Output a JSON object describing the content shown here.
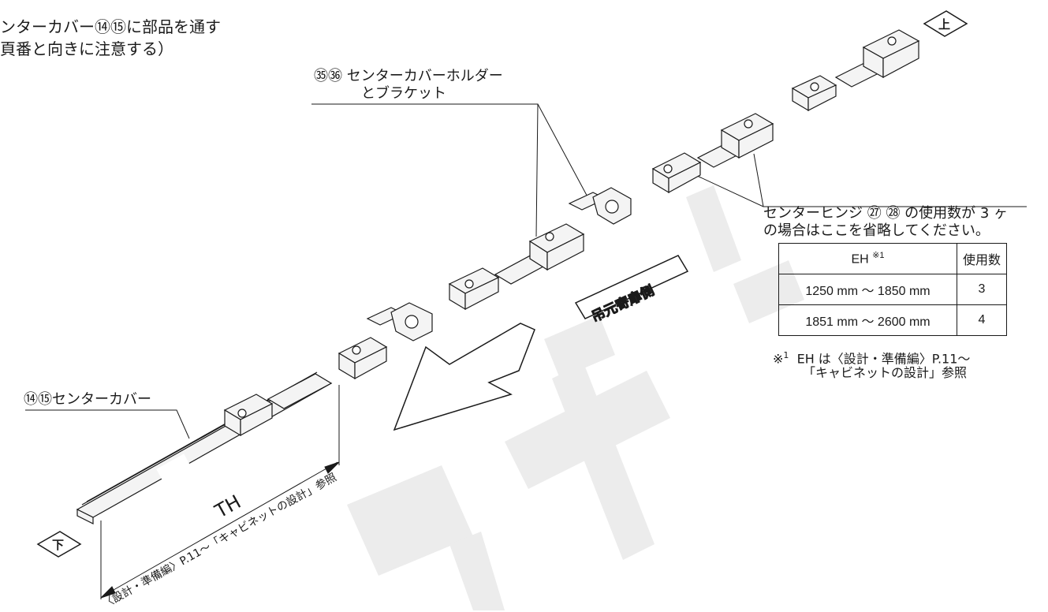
{
  "watermark": "ネオ工業",
  "instruction": {
    "line1": "ンターカバー⑭⑮に部品を通す",
    "line2": "頁番と向きに注意する）"
  },
  "labels": {
    "holder_line1": "㉟㊱ センターカバーホルダー",
    "holder_line2": "とブラケット",
    "hinge_note_line1": "センターヒンジ ㉗ ㉘ の使用数が 3 ヶ",
    "hinge_note_line2": "の場合はここを省略してください。",
    "center_cover": "⑭⑮センターカバー",
    "th": "TH",
    "th_ref": "〈設計・準備編〉P.11～「キャビネットの設計」参照",
    "side_plate": "吊元寄扉側",
    "top_mark": "上",
    "bottom_mark": "下"
  },
  "table": {
    "header_col1": "EH",
    "header_col1_sup": "※1",
    "header_col2": "使用数",
    "rows": [
      {
        "range": "1250 mm ～ 1850 mm",
        "count": "3"
      },
      {
        "range": "1851 mm ～ 2600 mm",
        "count": "4"
      }
    ]
  },
  "footnote": {
    "mark": "※",
    "sup": "1",
    "line1": "EH は〈設計・準備編〉P.11～",
    "line2": "「キャビネットの設計」参照"
  },
  "colors": {
    "line": "#1a1a1a",
    "watermark": "#ebebeb",
    "part_fill": "#f4f4f4"
  }
}
